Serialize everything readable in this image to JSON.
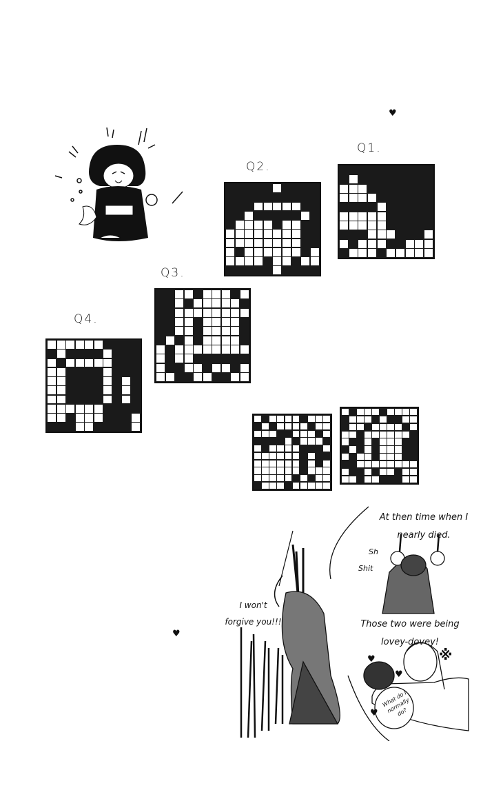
{
  "puzzles": [
    {
      "label": "Q1.",
      "rows": [
        "1111111111",
        "1011111111",
        "0001111111",
        "0000111111",
        "1111011111",
        "0000011111",
        "0000011111",
        "1110001110",
        "0100011000",
        "1000100000"
      ]
    },
    {
      "label": "Q2.",
      "rows": [
        "1111101111",
        "1111111111",
        "1110000011",
        "1101111101",
        "1000010011",
        "0000000011",
        "0000000011",
        "0100000010",
        "0000100100",
        "1111101111"
      ]
    },
    {
      "label": "Q3.",
      "rows": [
        "1100100010",
        "1101000001",
        "1100000000",
        "1100100001",
        "1100100001",
        "1010100001",
        "0100000000",
        "0100111111",
        "0110010010",
        "0011001100"
      ]
    },
    {
      "label": "Q4.",
      "rows": [
        "0000001111",
        "1011110111",
        "0100000111",
        "0011110111",
        "0011110101",
        "0011110101",
        "0011110101",
        "0000001111",
        "0010001110",
        "1110011110"
      ]
    },
    {
      "label": "",
      "rows": [
        "0100001000",
        "1010000100",
        "0001100010",
        "1111010001",
        "0100001110",
        "0000001011",
        "0000001010",
        "0000001000",
        "0000010100",
        "1000100000"
      ]
    },
    {
      "label": "",
      "rows": [
        "0100010000",
        "1000101100",
        "1001000010",
        "0010000001",
        "0110100011",
        "1010100011",
        "0100100011",
        "1100000000",
        "0110100100",
        "0010011100"
      ]
    }
  ],
  "dialogue": {
    "narration_1": "At then time when I nearly died.",
    "sfx_sh": "Sh",
    "sfx_shit": "Shit",
    "shout": "I won't forgive you!!!",
    "narration_2": "Those two were being lovey-dovey!",
    "bubble": "What do I normally do?"
  },
  "decor": {
    "heart": "♥",
    "anger": "※"
  }
}
